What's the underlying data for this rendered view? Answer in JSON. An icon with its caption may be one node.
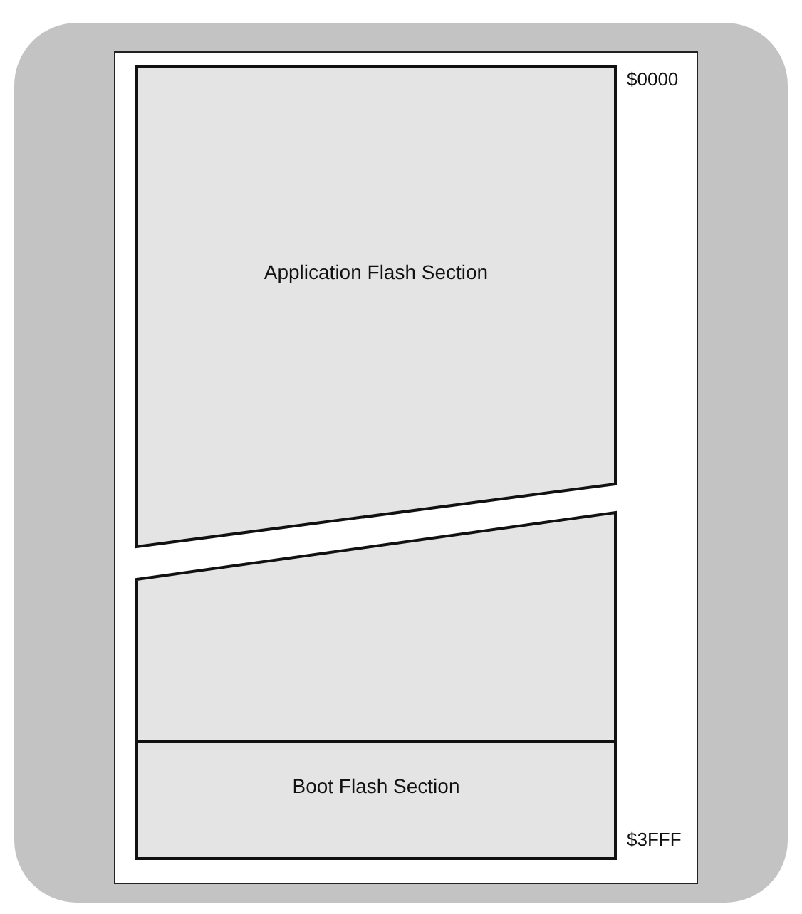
{
  "diagram": {
    "nodes": [
      {
        "text": [
          "Application Flash Section"
        ]
      },
      {
        "text": [],
        "shape": "box"
      },
      {
        "text": [
          "Boot Flash Section"
        ],
        "in": 1
      }
    ],
    "labels": [
      "$0000",
      "$3FFF"
    ]
  }
}
